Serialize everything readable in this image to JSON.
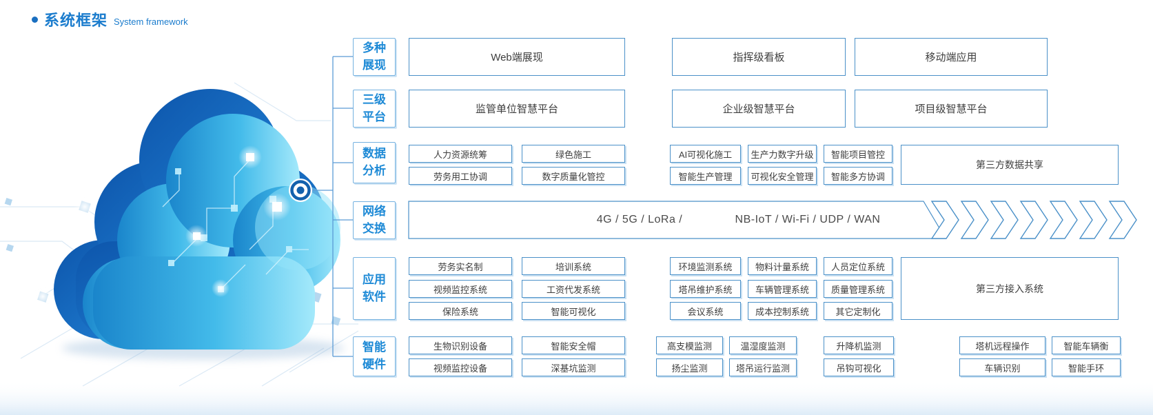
{
  "title": {
    "main": "系统框架",
    "sub": "System framework"
  },
  "colors": {
    "accent_blue": "#1b7ccd",
    "box_border_blue": "#4a90c8",
    "category_text_blue": "#1e8ad6",
    "cloud_dark_blue": "#0d5ab2",
    "cloud_light_blue": "#55c7ef",
    "text_gray": "#3e3e3e"
  },
  "categories": [
    {
      "line1": "多种",
      "line2": "展现"
    },
    {
      "line1": "三级",
      "line2": "平台"
    },
    {
      "line1": "数据",
      "line2": "分析"
    },
    {
      "line1": "网络",
      "line2": "交换"
    },
    {
      "line1": "应用",
      "line2": "软件"
    },
    {
      "line1": "智能",
      "line2": "硬件"
    }
  ],
  "display_row": {
    "boxes": [
      "Web端展现",
      "指挥级看板",
      "移动端应用"
    ]
  },
  "platform_row": {
    "boxes": [
      "监管单位智慧平台",
      "企业级智慧平台",
      "项目级智慧平台"
    ]
  },
  "data_row": {
    "r1": [
      "人力资源统筹",
      "绿色施工",
      "AI可视化施工",
      "生产力数字升级",
      "智能项目管控"
    ],
    "r2": [
      "劳务用工协调",
      "数字质量化管控",
      "智能生产管理",
      "可视化安全管理",
      "智能多方协调"
    ],
    "tall": "第三方数据共享"
  },
  "network_row": {
    "text_left": "4G / 5G / LoRa /",
    "text_right": "NB-IoT / Wi-Fi / UDP / WAN"
  },
  "software_row": {
    "r1": [
      "劳务实名制",
      "培训系统",
      "环境监测系统",
      "物料计量系统",
      "人员定位系统"
    ],
    "r2": [
      "视频监控系统",
      "工资代发系统",
      "塔吊维护系统",
      "车辆管理系统",
      "质量管理系统"
    ],
    "r3": [
      "保险系统",
      "智能可视化",
      "会议系统",
      "成本控制系统",
      "其它定制化"
    ],
    "tall": "第三方接入系统"
  },
  "hardware_row": {
    "r1": [
      "生物识别设备",
      "智能安全帽",
      "高支模监测",
      "温湿度监测",
      "升降机监测",
      "塔机远程操作",
      "智能车辆衡"
    ],
    "r2": [
      "视频监控设备",
      "深基坑监测",
      "扬尘监测",
      "塔吊运行监测",
      "吊钩可视化",
      "车辆识别",
      "智能手环"
    ]
  }
}
